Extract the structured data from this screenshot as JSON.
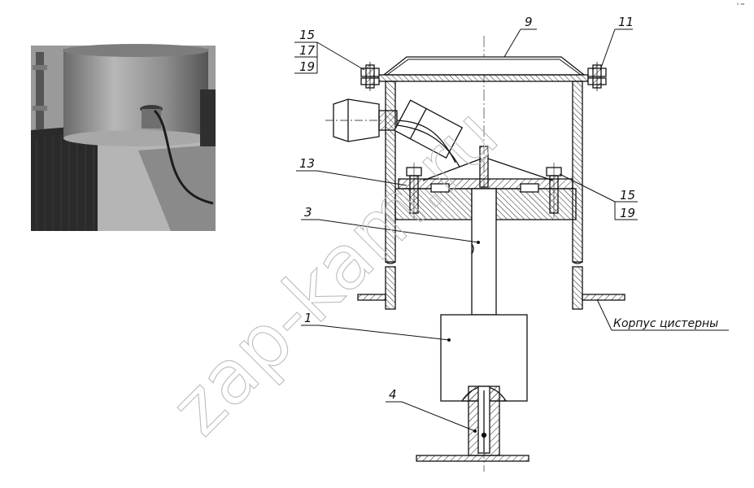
{
  "corner_mark": "ᵁ ᵃᵃ",
  "callouts": {
    "c15_top": "15",
    "c17": "17",
    "c19_top": "19",
    "c9": "9",
    "c11": "11",
    "c13": "13",
    "c3": "3",
    "c15_right": "15",
    "c19_right": "19",
    "c1": "1",
    "c4": "4"
  },
  "tank_body_label": "Корпус цистерны",
  "watermark": "zap-kam.ru"
}
